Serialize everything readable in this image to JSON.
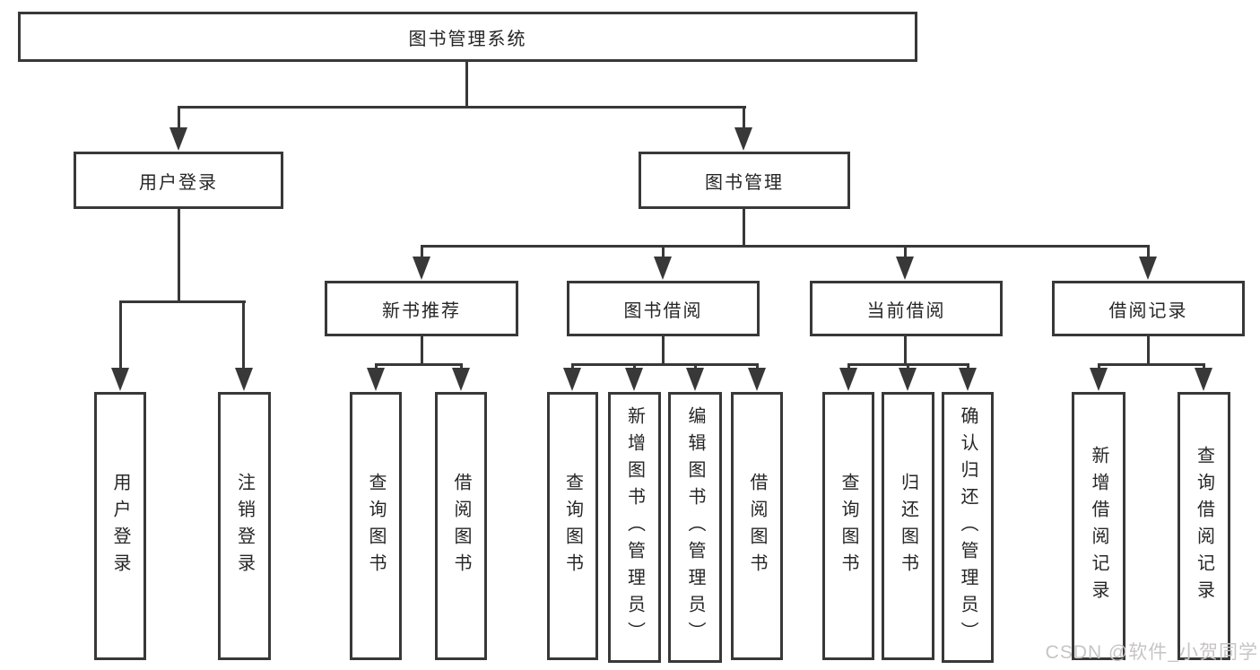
{
  "diagram": {
    "title_note": "functional structure tree",
    "root": {
      "label": "图书管理系统"
    },
    "branches": [
      {
        "label": "用户登录",
        "children": [
          {
            "label": "用户登录"
          },
          {
            "label": "注销登录"
          }
        ]
      },
      {
        "label": "图书管理",
        "groups": [
          {
            "label": "新书推荐",
            "children": [
              {
                "label": "查询图书"
              },
              {
                "label": "借阅图书"
              }
            ]
          },
          {
            "label": "图书借阅",
            "children": [
              {
                "label": "查询图书"
              },
              {
                "label": "新增图书（管理员）"
              },
              {
                "label": "编辑图书（管理员）"
              },
              {
                "label": "借阅图书"
              }
            ]
          },
          {
            "label": "当前借阅",
            "children": [
              {
                "label": "查询图书"
              },
              {
                "label": "归还图书"
              },
              {
                "label": "确认归还（管理员）"
              }
            ]
          },
          {
            "label": "借阅记录",
            "children": [
              {
                "label": "新增借阅记录"
              },
              {
                "label": "查询借阅记录"
              }
            ]
          }
        ]
      }
    ]
  },
  "watermark": {
    "text": "CSDN @软件_小贺同学"
  },
  "colors": {
    "line": "#383838",
    "text": "#262626",
    "background": "#ffffff",
    "watermark": "#c7c4c4"
  }
}
